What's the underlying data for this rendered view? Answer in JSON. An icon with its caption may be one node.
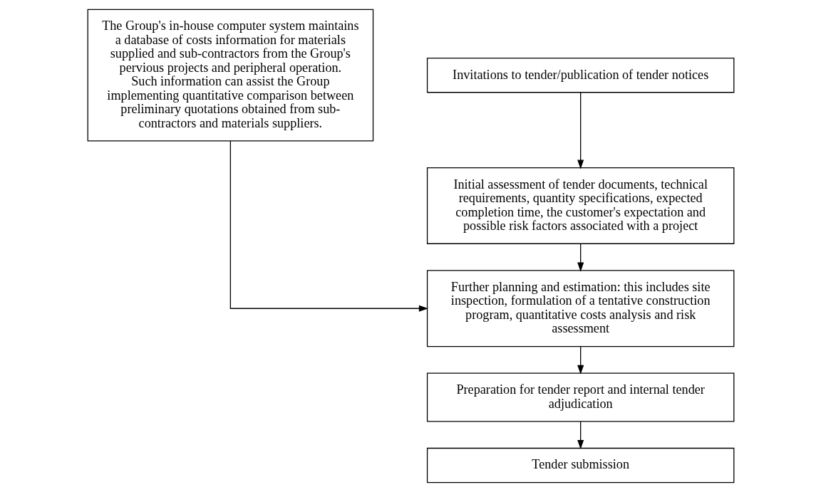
{
  "diagram": {
    "nodes": [
      {
        "text": [
          "The Group's in-house computer system maintains a database of costs information for materials supplied and sub-contractors from the Group's pervious projects and peripheral operation. Such information can assist the Group implementing quantitative comparison between preliminary quotations obtained from sub-contractors and materials suppliers."
        ]
      },
      {
        "text": [
          "Invitations to tender/publication of tender notices"
        ]
      },
      {
        "text": [
          "Initial assessment of tender documents, technical requirements, quantity specifications, expected completion time, the customer's expectation and possible risk factors associated with a project"
        ]
      },
      {
        "text": [
          "Further planning and estimation: this includes site inspection, formulation of a tentative construction program, quantitative costs analysis and risk assessment"
        ]
      },
      {
        "text": [
          "Preparation for tender report and internal tender adjudication"
        ]
      },
      {
        "text": [
          "Tender submission"
        ]
      }
    ],
    "edges": [
      {
        "from": 1,
        "to": 2,
        "arrow": "to"
      },
      {
        "from": 2,
        "to": 3,
        "arrow": "to"
      },
      {
        "from": 0,
        "to": 3,
        "arrow": "to"
      },
      {
        "from": 3,
        "to": 4,
        "arrow": "to"
      },
      {
        "from": 4,
        "to": 5,
        "arrow": "to"
      }
    ]
  }
}
